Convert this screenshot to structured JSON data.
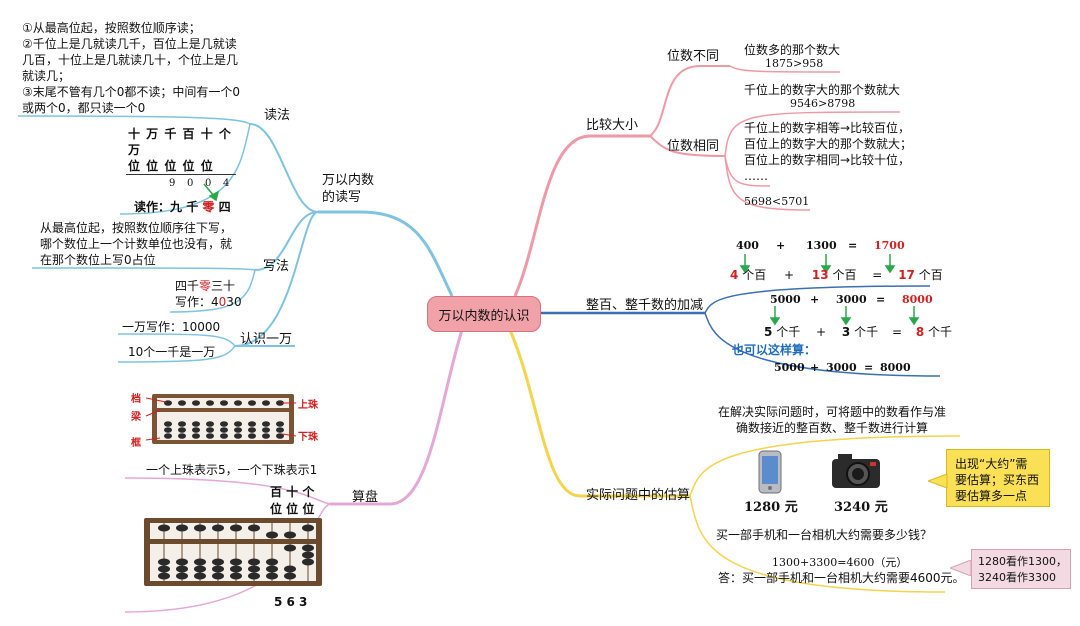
{
  "center": "万以内数的认识",
  "left": {
    "readwrite": {
      "label": "万以内数\n的读写",
      "reading": {
        "label": "读法",
        "rules": "①从最高位起，按照数位顺序读；\n②千位上是几就读几千，百位上是几就读\n几百，十位上是几就读几十，个位上是几\n就读几；\n③末尾不管有几个0都不读；中间有一个0\n或两个0，都只读一个0",
        "places_top": "十  万  千  百  十  个",
        "places_wan": "万",
        "places_bottom": "位  位  位  位  位",
        "digits": [
          "9",
          "0",
          "0",
          "4"
        ],
        "read_label": "读作：",
        "read_pre": "九 千 ",
        "read_red": "零",
        "read_post": " 四"
      },
      "writing": {
        "label": "写法",
        "rule": "从最高位起，按照数位顺序往下写，\n哪个数位上一个计数单位也没有，就\n在那个数位上写0占位",
        "example_pre": "四千",
        "example_red": "零",
        "example_post": "三十",
        "write_label": "写作：",
        "write_a": "4",
        "write_b": "0",
        "write_c": "3",
        "write_d": "0"
      },
      "wan": {
        "label": "认识一万",
        "item1": "一万写作：10000",
        "item2": "10个一千是一万"
      }
    },
    "abacus": {
      "label": "算盘",
      "frame_label": "档",
      "beam_label": "梁",
      "frame2_label": "框",
      "upper_bead": "上珠",
      "lower_bead": "下珠",
      "rule": "一个上珠表示5，一个下珠表示1",
      "places_top": "百 十 个",
      "places_bottom": "位 位 位",
      "value": "5  6  3"
    }
  },
  "right": {
    "compare": {
      "label": "比较大小",
      "diff_label": "位数不同",
      "diff_text": "位数多的那个数大",
      "diff_ex": "1875>958",
      "same_label": "位数相同",
      "same_text1": "千位上的数字大的那个数就大",
      "same_ex1": "9546>8798",
      "same_text2": "千位上的数字相等→比较百位，\n百位上的数字大的那个数就大；\n百位上的数字相同→比较十位，\n……",
      "same_ex2": "5698<5701"
    },
    "addsub": {
      "label": "整百、整千数的加减",
      "row1": [
        "400",
        "+",
        "1300",
        "=",
        "1700"
      ],
      "row2": [
        "4",
        "个百",
        "+",
        "13",
        "个百",
        "=",
        "17",
        "个百"
      ],
      "row3": [
        "5000",
        "+",
        "3000",
        "=",
        "8000"
      ],
      "row4": [
        "5",
        "个千",
        "+",
        "3",
        "个千",
        "=",
        "8",
        "个千"
      ],
      "alt_label": "也可以这样算：",
      "row5": [
        "5000",
        "+",
        "3000",
        "=",
        "8000"
      ]
    },
    "estimate": {
      "label": "实际问题中的估算",
      "intro": "在解决实际问题时，可将题中的数看作与准\n确数接近的整百数、整千数进行计算",
      "phone_price": "1280 元",
      "camera_price": "3240 元",
      "question": "买一部手机和一台相机大约需要多少钱？",
      "calc": "1300+3300=4600（元）",
      "answer": "答：买一部手机和一台相机大约需要4600元。",
      "note_yellow": "出现“大约”需\n要估算；买东西\n要估算多一点",
      "note_pink": "1280看作1300，\n3240看作3300"
    }
  },
  "colors": {
    "blue_branch": "#7ec3e0",
    "pink_branch": "#ee9aa6",
    "navy_branch": "#3a6fb5",
    "yellow_branch": "#f5d34c",
    "violet_branch": "#e4a7d6",
    "arrow_green": "#2aa84a"
  }
}
